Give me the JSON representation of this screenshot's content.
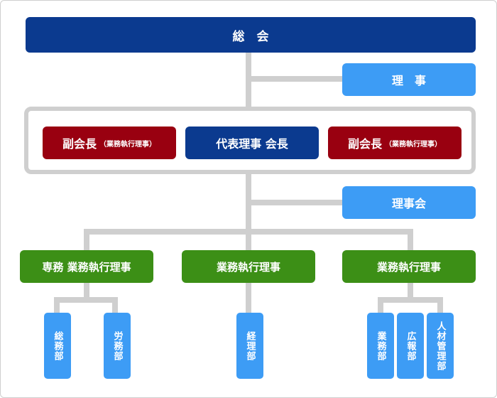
{
  "chart": {
    "general_meeting": "総　会",
    "board_member": "理　事",
    "board_of_directors": "理事会",
    "vice_president_left": {
      "main": "副会長",
      "sub": "（業務執行理事）"
    },
    "president": "代表理事 会長",
    "vice_president_right": {
      "main": "副会長",
      "sub": "（業務執行理事）"
    },
    "executive_left": "専務 業務執行理事",
    "executive_center": "業務執行理事",
    "executive_right": "業務執行理事",
    "departments": {
      "general_affairs": "総務部",
      "labor": "労務部",
      "accounting": "経理部",
      "business": "業務部",
      "public_relations": "広報部",
      "hr_management": "人材管理部"
    }
  },
  "colors": {
    "navy": "#0b3a8f",
    "red": "#990010",
    "sky": "#3d9cf5",
    "green": "#3c8f16",
    "line": "#cfcfcf"
  }
}
